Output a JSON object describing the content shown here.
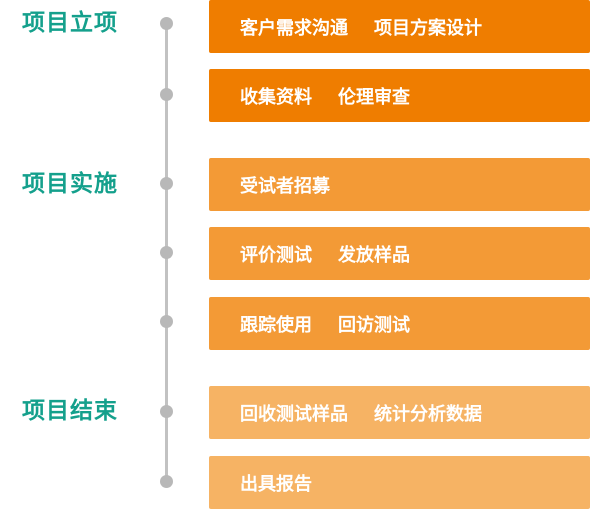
{
  "phases": [
    {
      "label": "项目立项"
    },
    {
      "label": "项目实施"
    },
    {
      "label": "项目结束"
    }
  ],
  "steps": [
    {
      "parts": [
        "客户需求沟通",
        "项目方案设计"
      ],
      "color": "#ef7d00"
    },
    {
      "parts": [
        "收集资料",
        "伦理审查"
      ],
      "color": "#ef7d00"
    },
    {
      "parts": [
        "受试者招募"
      ],
      "color": "#f39a36"
    },
    {
      "parts": [
        "评价测试",
        "发放样品"
      ],
      "color": "#f39a36"
    },
    {
      "parts": [
        "跟踪使用",
        "回访测试"
      ],
      "color": "#f39a36"
    },
    {
      "parts": [
        "回收测试样品",
        "统计分析数据"
      ],
      "color": "#f6b364"
    },
    {
      "parts": [
        "出具报告"
      ],
      "color": "#f6b364"
    }
  ],
  "colors": {
    "phase_text": "#14a08c",
    "timeline": "#c2c2c2",
    "dot": "#b8b8b8"
  }
}
